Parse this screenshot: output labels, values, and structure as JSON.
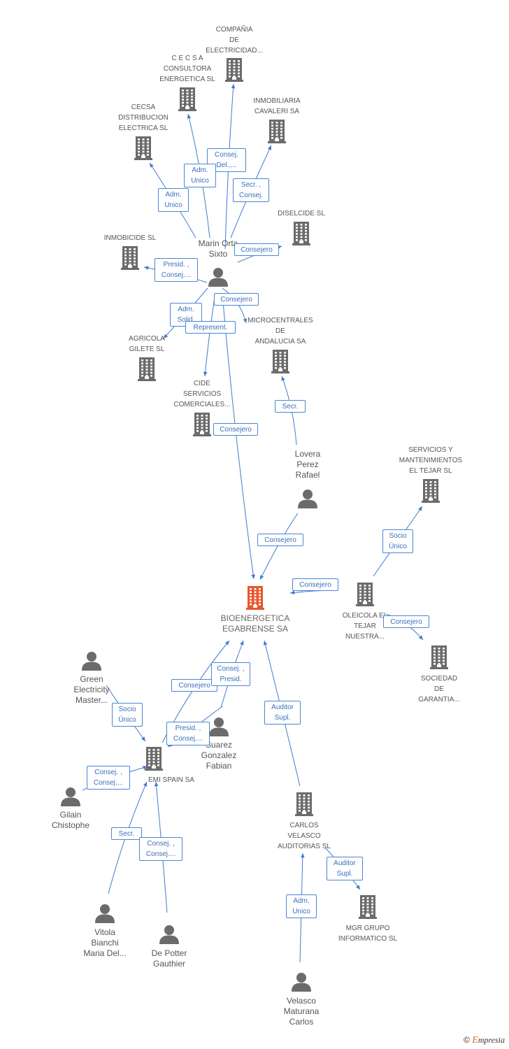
{
  "colors": {
    "edge": "#3f7bd1",
    "icon": "#6b6b6b",
    "main_icon": "#e8562e",
    "label": "#555555",
    "rel_border": "#4a86d4",
    "rel_text": "#3a6fbd"
  },
  "nodes": [
    {
      "id": "compania",
      "type": "company",
      "label": "COMPAÑIA\nDE\nELECTRICIDAD..."
    },
    {
      "id": "cecsa_consultora",
      "type": "company",
      "label": "C E C S A\nCONSULTORA\nENERGETICA SL"
    },
    {
      "id": "cecsa_distribucion",
      "type": "company",
      "label": "CECSA\nDISTRIBUCION\nELECTRICA SL"
    },
    {
      "id": "inmobiliaria",
      "type": "company",
      "label": "INMOBILIARIA\nCAVALERI SA"
    },
    {
      "id": "diselcide",
      "type": "company",
      "label": "DISELCIDE SL"
    },
    {
      "id": "inmobicide",
      "type": "company",
      "label": "INMOBICIDE SL"
    },
    {
      "id": "marin",
      "type": "person",
      "label": "Marin Orta\nSixto"
    },
    {
      "id": "agricola",
      "type": "company",
      "label": "AGRICOLA\nGILETE SL"
    },
    {
      "id": "microcentrales",
      "type": "company",
      "label": "MICROCENTRALES\nDE\nANDALUCIA SA"
    },
    {
      "id": "cide",
      "type": "company",
      "label": "CIDE\nSERVICIOS\nCOMERCIALES..."
    },
    {
      "id": "lovera",
      "type": "person",
      "label": "Lovera\nPerez\nRafael"
    },
    {
      "id": "servicios",
      "type": "company",
      "label": "SERVICIOS Y\nMANTENIMIENTOS\nEL TEJAR SL"
    },
    {
      "id": "bioenergetica",
      "type": "main",
      "label": "BIOENERGETICA\nEGABRENSE SA"
    },
    {
      "id": "oleicola",
      "type": "company",
      "label": "OLEICOLA EL\nTEJAR\nNUESTRA..."
    },
    {
      "id": "sociedad",
      "type": "company",
      "label": "SOCIEDAD\nDE\nGARANTIA..."
    },
    {
      "id": "green",
      "type": "person",
      "label": "Green\nElectricity\nMaster..."
    },
    {
      "id": "suarez",
      "type": "person",
      "label": "Suarez\nGonzalez\nFabian"
    },
    {
      "id": "emi",
      "type": "company",
      "label": "EMI SPAIN SA"
    },
    {
      "id": "gilain",
      "type": "person",
      "label": "Gilain\nChistophe"
    },
    {
      "id": "carlos_velasco",
      "type": "company",
      "label": "CARLOS\nVELASCO\nAUDITORIAS SL"
    },
    {
      "id": "mgr",
      "type": "company",
      "label": "MGR GRUPO\nINFORMATICO SL"
    },
    {
      "id": "vitola",
      "type": "person",
      "label": "Vitola\nBianchi\nMaria Del..."
    },
    {
      "id": "depotter",
      "type": "person",
      "label": "De Potter\nGauthier"
    },
    {
      "id": "velasco_maturana",
      "type": "person",
      "label": "Velasco\nMaturana\nCarlos"
    }
  ],
  "relations": [
    {
      "from": "marin",
      "to": "compania",
      "label": "Consej.\nDel.,..."
    },
    {
      "from": "marin",
      "to": "cecsa_consultora",
      "label": "Adm.\nUnico"
    },
    {
      "from": "marin",
      "to": "cecsa_distribucion",
      "label": "Adm.\nUnico"
    },
    {
      "from": "marin",
      "to": "inmobiliaria",
      "label": "Secr. ,\nConsej."
    },
    {
      "from": "marin",
      "to": "diselcide",
      "label": "Consejero"
    },
    {
      "from": "marin",
      "to": "inmobicide",
      "label": "Presid. ,\nConsej...."
    },
    {
      "from": "marin",
      "to": "agricola",
      "label": "Adm.\nSolid."
    },
    {
      "from": "marin",
      "to": "microcentrales",
      "label": "Consejero"
    },
    {
      "from": "marin",
      "to": "cide",
      "label": "Represent."
    },
    {
      "from": "marin",
      "to": "bioenergetica",
      "label": "Consejero"
    },
    {
      "from": "lovera",
      "to": "microcentrales",
      "label": "Secr."
    },
    {
      "from": "lovera",
      "to": "bioenergetica",
      "label": "Consejero"
    },
    {
      "from": "oleicola",
      "to": "servicios",
      "label": "Socio\nÚnico"
    },
    {
      "from": "oleicola",
      "to": "bioenergetica",
      "label": "Consejero"
    },
    {
      "from": "oleicola",
      "to": "sociedad",
      "label": "Consejero"
    },
    {
      "from": "green",
      "to": "emi",
      "label": "Socio\nÚnico"
    },
    {
      "from": "emi",
      "to": "bioenergetica",
      "label": "Consejero"
    },
    {
      "from": "suarez",
      "to": "bioenergetica",
      "label": "Consej. ,\nPresid."
    },
    {
      "from": "gilain",
      "to": "emi",
      "label": "Consej. ,\nConsej...."
    },
    {
      "from": "carlos_velasco",
      "to": "bioenergetica",
      "label": "Auditor\nSupl."
    },
    {
      "from": "carlos_velasco",
      "to": "mgr",
      "label": "Auditor\nSupl."
    },
    {
      "from": "vitola",
      "to": "emi",
      "label": "Secr."
    },
    {
      "from": "depotter",
      "to": "emi",
      "label": "Consej. ,\nConsej...."
    },
    {
      "from": "velasco_maturana",
      "to": "carlos_velasco",
      "label": "Adm.\nUnico"
    },
    {
      "from": "suarez",
      "to": "emi",
      "label": "Presid. ,\nConsej...."
    }
  ],
  "brand": {
    "copyright": "©",
    "e": "E",
    "rest": "mpresia"
  }
}
